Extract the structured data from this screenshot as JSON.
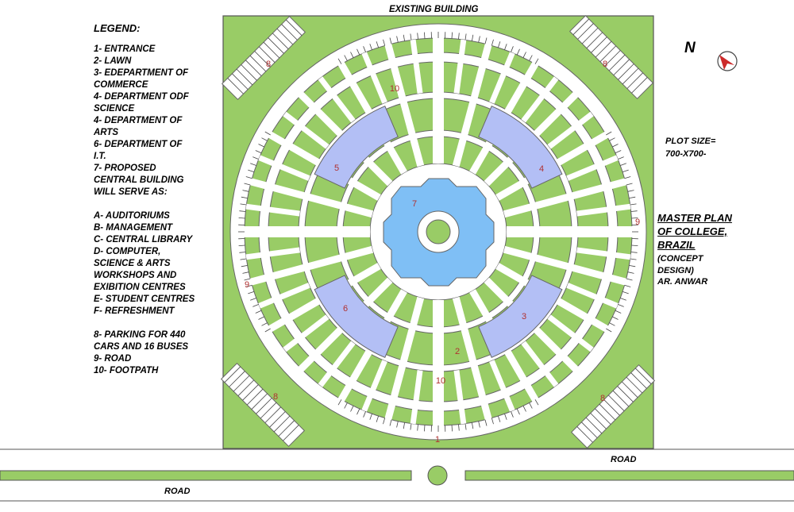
{
  "legend": {
    "title": "LEGEND:",
    "items": [
      "1- ENTRANCE",
      "2- LAWN",
      "3- EDEPARTMENT OF",
      "COMMERCE",
      "4- DEPARTMENT ODF",
      "SCIENCE",
      "4- DEPARTMENT OF",
      "ARTS",
      "6- DEPARTMENT OF",
      "I.T.",
      "7- PROPOSED",
      "CENTRAL BUILDING",
      "WILL SERVE AS:",
      "",
      "A- AUDITORIUMS",
      "B- MANAGEMENT",
      "C- CENTRAL LIBRARY",
      "D- COMPUTER,",
      "SCIENCE & ARTS",
      "WORKSHOPS AND",
      "EXIBITION CENTRES",
      "E- STUDENT CENTRES",
      "F- REFRESHMENT",
      "",
      "8- PARKING FOR 440",
      "CARS AND 16 BUSES",
      "9- ROAD",
      "10- FOOTPATH"
    ]
  },
  "existing_building": "EXISTING BUILDING",
  "north_label": "N",
  "plot_size": [
    "PLOT SIZE=",
    "700-X700-"
  ],
  "master_plan": [
    "MASTER PLAN",
    "OF COLLEGE,",
    "BRAZIL"
  ],
  "concept": [
    "(CONCEPT",
    "DESIGN)"
  ],
  "architect": "AR. ANWAR",
  "road_labels": {
    "right": "ROAD",
    "left": "ROAD"
  },
  "plan_numbers": {
    "entrance": "1",
    "lawn": "2",
    "commerce": "3",
    "science": "4",
    "arts": "5",
    "it": "6",
    "central": "7",
    "parking": "8",
    "road": "9",
    "footpath": "10"
  },
  "colors": {
    "lawn": "#99cc66",
    "lawn_inner": "#8fc060",
    "department": "#b3bff5",
    "central": "#7fbff5",
    "path": "#ffffff",
    "outline": "#666666",
    "number": "#b03030"
  }
}
